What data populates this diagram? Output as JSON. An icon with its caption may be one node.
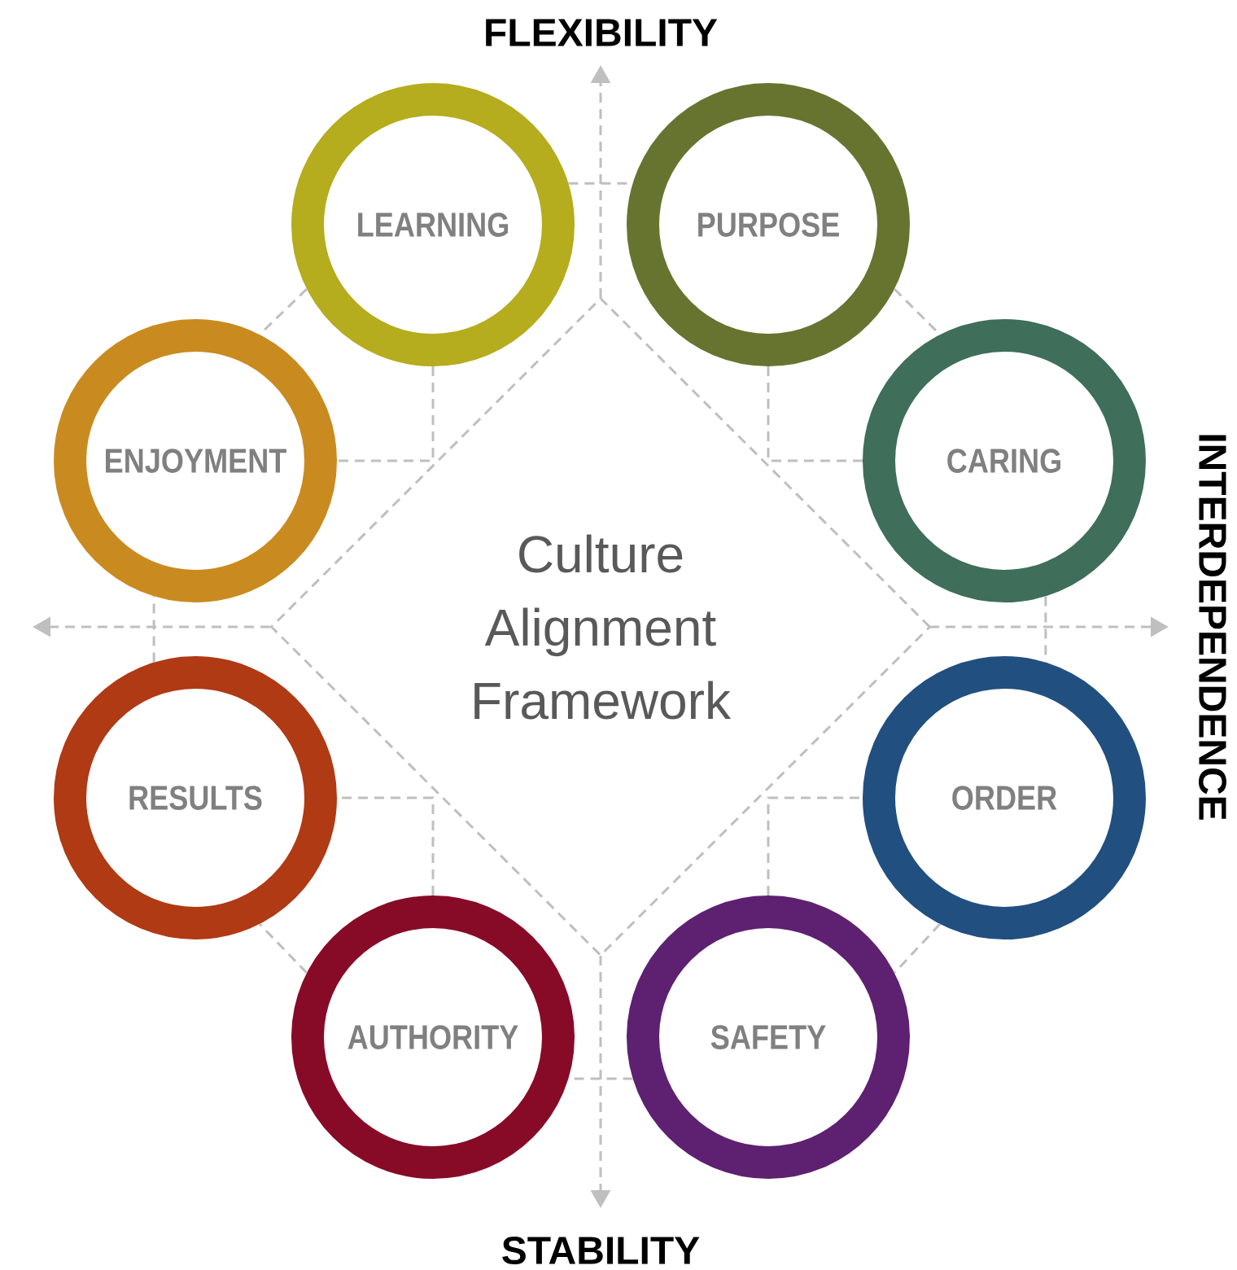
{
  "diagram": {
    "nodes": [
      {
        "text": [
          "Culture Alignment Framework"
        ]
      },
      {
        "text": [
          "LEARNING"
        ]
      },
      {
        "text": [
          "PURPOSE"
        ]
      },
      {
        "text": [
          "CARING"
        ]
      },
      {
        "text": [
          "ORDER"
        ]
      },
      {
        "text": [
          "SAFETY"
        ]
      },
      {
        "text": [
          "AUTHORITY"
        ]
      },
      {
        "text": [
          "RESULTS"
        ]
      },
      {
        "text": [
          "ENJOYMENT"
        ]
      }
    ],
    "edges": [
      {
        "from": 1,
        "to": 2,
        "arrow": "none",
        "style": "dashed"
      },
      {
        "from": 1,
        "to": 8,
        "arrow": "none",
        "style": "dashed"
      },
      {
        "from": 1,
        "to": 8,
        "arrow": "none",
        "style": "dashed"
      },
      {
        "from": 2,
        "to": 3,
        "arrow": "none",
        "style": "dashed"
      },
      {
        "from": 2,
        "to": 3,
        "arrow": "none",
        "style": "dashed"
      },
      {
        "from": 3,
        "to": 4,
        "arrow": "none",
        "style": "dashed"
      },
      {
        "from": 4,
        "to": 5,
        "arrow": "none",
        "style": "dashed"
      },
      {
        "from": 5,
        "to": 4,
        "arrow": "none",
        "style": "dashed"
      },
      {
        "from": 5,
        "to": 6,
        "arrow": "none",
        "style": "dashed"
      },
      {
        "from": 6,
        "to": 7,
        "arrow": "none",
        "style": "dashed"
      },
      {
        "from": 6,
        "to": 7,
        "arrow": "none",
        "style": "dashed"
      },
      {
        "from": 7,
        "to": 8,
        "arrow": "none",
        "style": "dashed"
      }
    ],
    "labels": [
      "FLEXIBILITY",
      "INTERDEPENDENCE",
      "STABILITY"
    ]
  }
}
